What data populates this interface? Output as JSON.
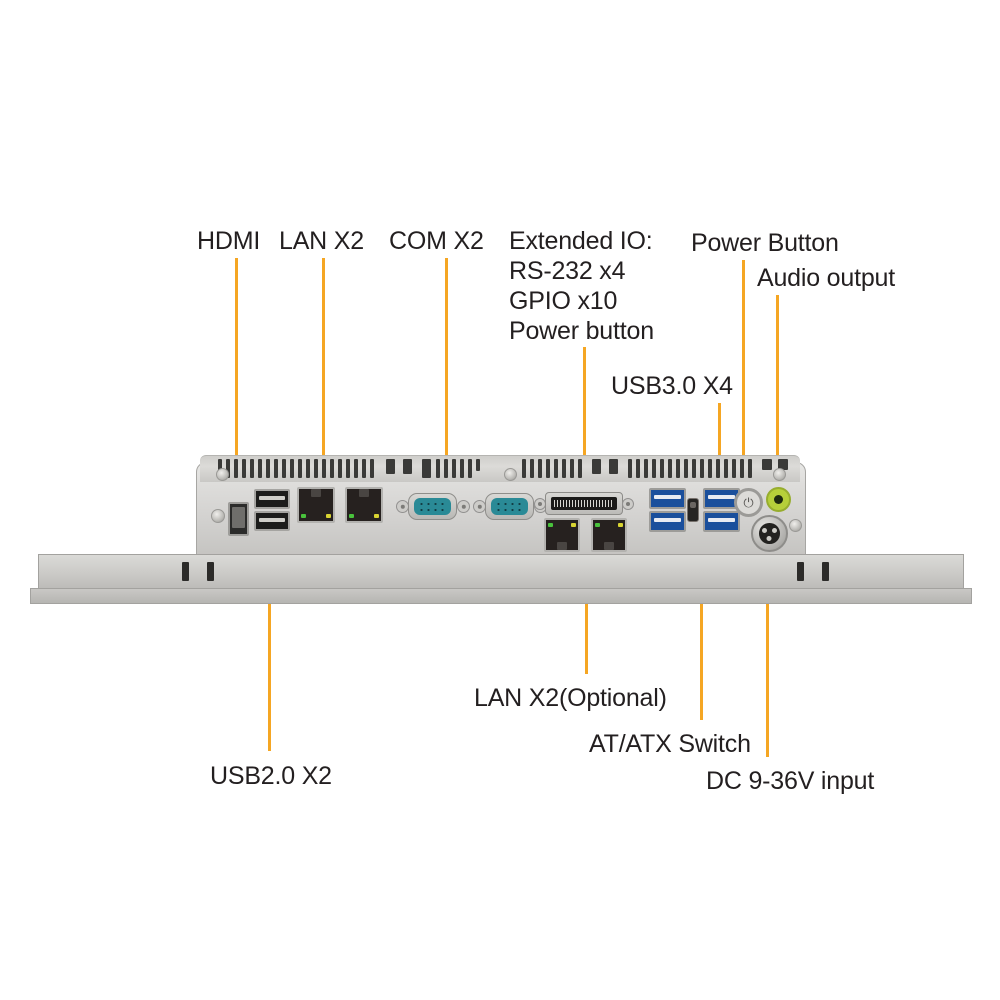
{
  "diagram": {
    "title": "Industrial Panel PC rear I/O callout diagram",
    "accent_color": "#F5A623",
    "text_color": "#231f20"
  },
  "labels": {
    "hdmi": "HDMI",
    "lan_x2": "LAN X2",
    "com_x2": "COM X2",
    "extended_io": "Extended IO:\nRS-232 x4\nGPIO x10\nPower button",
    "power_button": "Power Button",
    "audio_output": "Audio output",
    "usb3": "USB3.0 X4",
    "usb2": "USB2.0 X2",
    "lan_optional": "LAN X2(Optional)",
    "at_atx_switch": "AT/ATX Switch",
    "dc_input": "DC 9-36V input"
  },
  "ports": {
    "hdmi": {
      "name": "hdmi-port",
      "count": 1
    },
    "usb2": {
      "name": "usb2-port",
      "count": 2,
      "color": "#1c1c1b"
    },
    "lan": {
      "name": "rj45-lan-port",
      "count": 2
    },
    "com": {
      "name": "db9-serial-port",
      "count": 2,
      "color": "#2a8a96"
    },
    "extended_io": {
      "name": "extended-io-connector",
      "count": 1
    },
    "lan_optional": {
      "name": "rj45-lan-optional-port",
      "count": 2
    },
    "usb3": {
      "name": "usb3-port",
      "count": 4,
      "color": "#1a4f9c"
    },
    "at_atx_switch": {
      "name": "at-atx-slide-switch",
      "count": 1
    },
    "power_button": {
      "name": "power-button",
      "count": 1,
      "glyph": "⏻"
    },
    "audio_output": {
      "name": "audio-jack",
      "count": 1,
      "color": "#b6cf3a"
    },
    "dc_input": {
      "name": "dc-input-jack",
      "count": 1
    }
  }
}
